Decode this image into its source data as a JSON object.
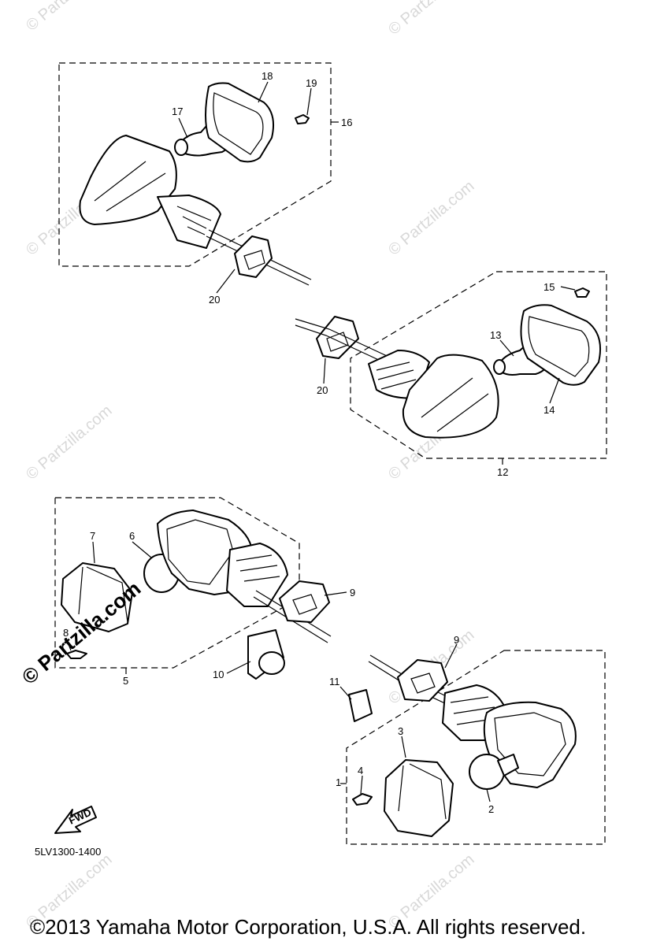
{
  "diagram": {
    "callouts": [
      "1",
      "2",
      "3",
      "4",
      "5",
      "6",
      "7",
      "8",
      "9",
      "9",
      "10",
      "11",
      "12",
      "13",
      "14",
      "15",
      "16",
      "17",
      "18",
      "19",
      "20",
      "20"
    ],
    "diagram_code": "5LV1300-1400",
    "fwd_label": "FWD",
    "watermark": "© Partzilla.com",
    "watermark_big": "© Partzilla.com",
    "copyright": "©2013 Yamaha Motor Corporation, U.S.A. All rights reserved."
  }
}
